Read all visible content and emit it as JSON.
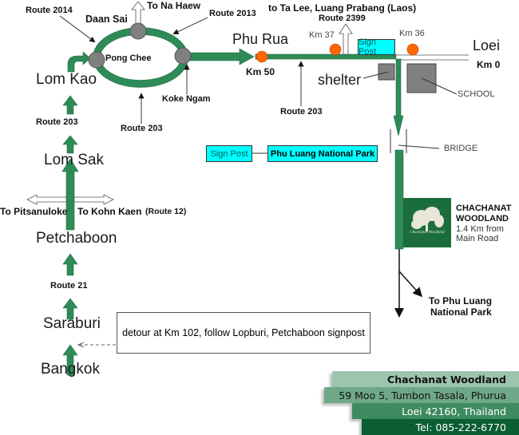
{
  "map": {
    "colors": {
      "road_green": "#2e8b57",
      "road_green_dark": "#1e6e44",
      "town_node_grey": "#808080",
      "km_marker_orange": "#ff6600",
      "sign_post_cyan": "#00ffff",
      "woodland_green": "#1b6e3c",
      "address_row_1": "#9dc4ac",
      "address_row_2": "#6fa888",
      "address_row_3": "#3f8b60",
      "address_row_4": "#0b5e32"
    },
    "route_chain": {
      "bangkok": "Bangkok",
      "saraburi": "Saraburi",
      "route21": "Route 21",
      "petchaboon": "Petchaboon",
      "to_pitsanuloke": "To Pitsanuloke",
      "to_kohn_kaen": "To Kohn Kaen",
      "route12": "(Route 12)",
      "lom_sak": "Lom Sak",
      "route203_left": "Route 203",
      "lom_kao": "Lom Kao"
    },
    "loop": {
      "route2014": "Route 2014",
      "daan_sai": "Daan Sai",
      "to_na_haew": "To Na Haew",
      "route2013": "Route 2013",
      "pong_chee": "Pong Chee",
      "koke_ngam": "Koke Ngam",
      "route203_bottom": "Route 203"
    },
    "main_road": {
      "phu_rua": "Phu Rua",
      "km50": "Km 50",
      "route203": "Route 203",
      "to_ta_lee": "to Ta Lee, Luang Prabang (Laos)",
      "route2399": "Route 2399",
      "km37": "Km 37",
      "sign_post": "Sign Post",
      "km36": "Km 36",
      "loei": "Loei",
      "km0": "Km 0",
      "shelter": "shelter",
      "school": "SCHOOL",
      "bridge": "BRIDGE"
    },
    "park_sign": {
      "sign_post": "Sign Post",
      "park_name": "Phu Luang National Park"
    },
    "woodland": {
      "logo_text": "Chachanat Woodland",
      "title_line1": "CHACHANAT",
      "title_line2": "WOODLAND",
      "distance_line1": "1.4 Km from",
      "distance_line2": "Main Road"
    },
    "to_park": {
      "line1": "To Phu Luang",
      "line2": "National Park"
    },
    "detour_note": "detour at Km 102, follow Lopburi, Petchaboon signpost"
  },
  "address": {
    "name": "Chachanat Woodland",
    "line1": "59 Moo 5, Tumbon Tasala, Phurua",
    "line2": "Loei 42160, Thailand",
    "tel": "Tel: 085-222-6770"
  }
}
